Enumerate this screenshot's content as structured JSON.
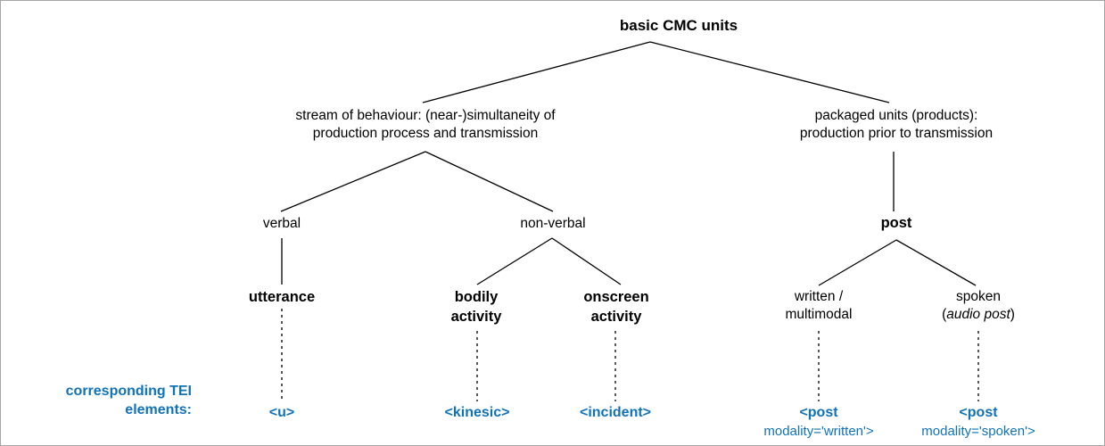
{
  "diagram": {
    "title_node": "basic CMC units",
    "colors": {
      "text": "#000000",
      "tei_blue": "#1072b8",
      "edge": "#000000",
      "border": "#a6a6a6",
      "background": "#ffffff"
    },
    "nodes": {
      "root": "basic CMC units",
      "stream": "stream of behaviour: (near-)simultaneity of\nproduction process and transmission",
      "packaged": "packaged units (products):\nproduction prior to transmission",
      "verbal": "verbal",
      "nonverbal": "non-verbal",
      "post": "post",
      "utterance": "utterance",
      "bodily_activity": "bodily\nactivity",
      "onscreen_activity": "onscreen\nactivity",
      "written_multimodal": "written /\nmultimodal",
      "spoken_line1": "spoken",
      "spoken_paren_open": "(",
      "spoken_italic": "audio post",
      "spoken_paren_close": ")"
    },
    "tei": {
      "legend": "corresponding TEI\nelements:",
      "u": "<u>",
      "kinesic": "<kinesic>",
      "incident": "<incident>",
      "post_written_tag": "<post",
      "post_written_attr": "modality='written'>",
      "post_spoken_tag": "<post",
      "post_spoken_attr": "modality='spoken'>"
    }
  }
}
